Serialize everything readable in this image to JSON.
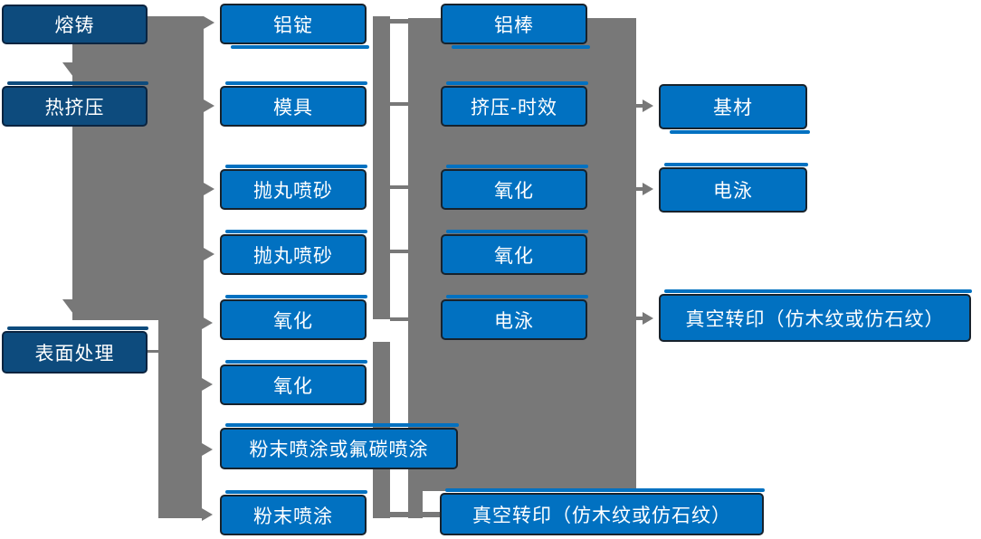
{
  "diagram_type": "process-flowchart",
  "subject": "aluminum profile production flow",
  "colors": {
    "node_blue": "#0171c1",
    "node_dark_blue": "#0d4b7d",
    "connector_gray": "#787878",
    "node_border": "#17222c",
    "node_border_dark": "#0a2440",
    "text": "#ffffff",
    "background": "#ffffff"
  },
  "nodes": {
    "melting": {
      "label": "熔铸"
    },
    "hot_extrusion": {
      "label": "热挤压"
    },
    "surface_treatment": {
      "label": "表面处理"
    },
    "aluminum_ingot": {
      "label": "铝锭"
    },
    "mold": {
      "label": "模具"
    },
    "shot_blasting_1": {
      "label": "抛丸喷砂"
    },
    "shot_blasting_2": {
      "label": "抛丸喷砂"
    },
    "oxidation_1": {
      "label": "氧化"
    },
    "oxidation_2": {
      "label": "氧化"
    },
    "powder_or_fluorocarbon": {
      "label": "粉末喷涂或氟碳喷涂"
    },
    "powder_coating": {
      "label": "粉末喷涂"
    },
    "aluminum_rod": {
      "label": "铝棒"
    },
    "extrusion_aging": {
      "label": "挤压-时效"
    },
    "oxidation_3": {
      "label": "氧化"
    },
    "oxidation_4": {
      "label": "氧化"
    },
    "electrophoresis_1": {
      "label": "电泳"
    },
    "vacuum_transfer_1": {
      "label": "真空转印（仿木纹或仿石纹）"
    },
    "substrate": {
      "label": "基材"
    },
    "electrophoresis_2": {
      "label": "电泳"
    },
    "vacuum_transfer_2": {
      "label": "真空转印（仿木纹或仿石纹）"
    }
  }
}
